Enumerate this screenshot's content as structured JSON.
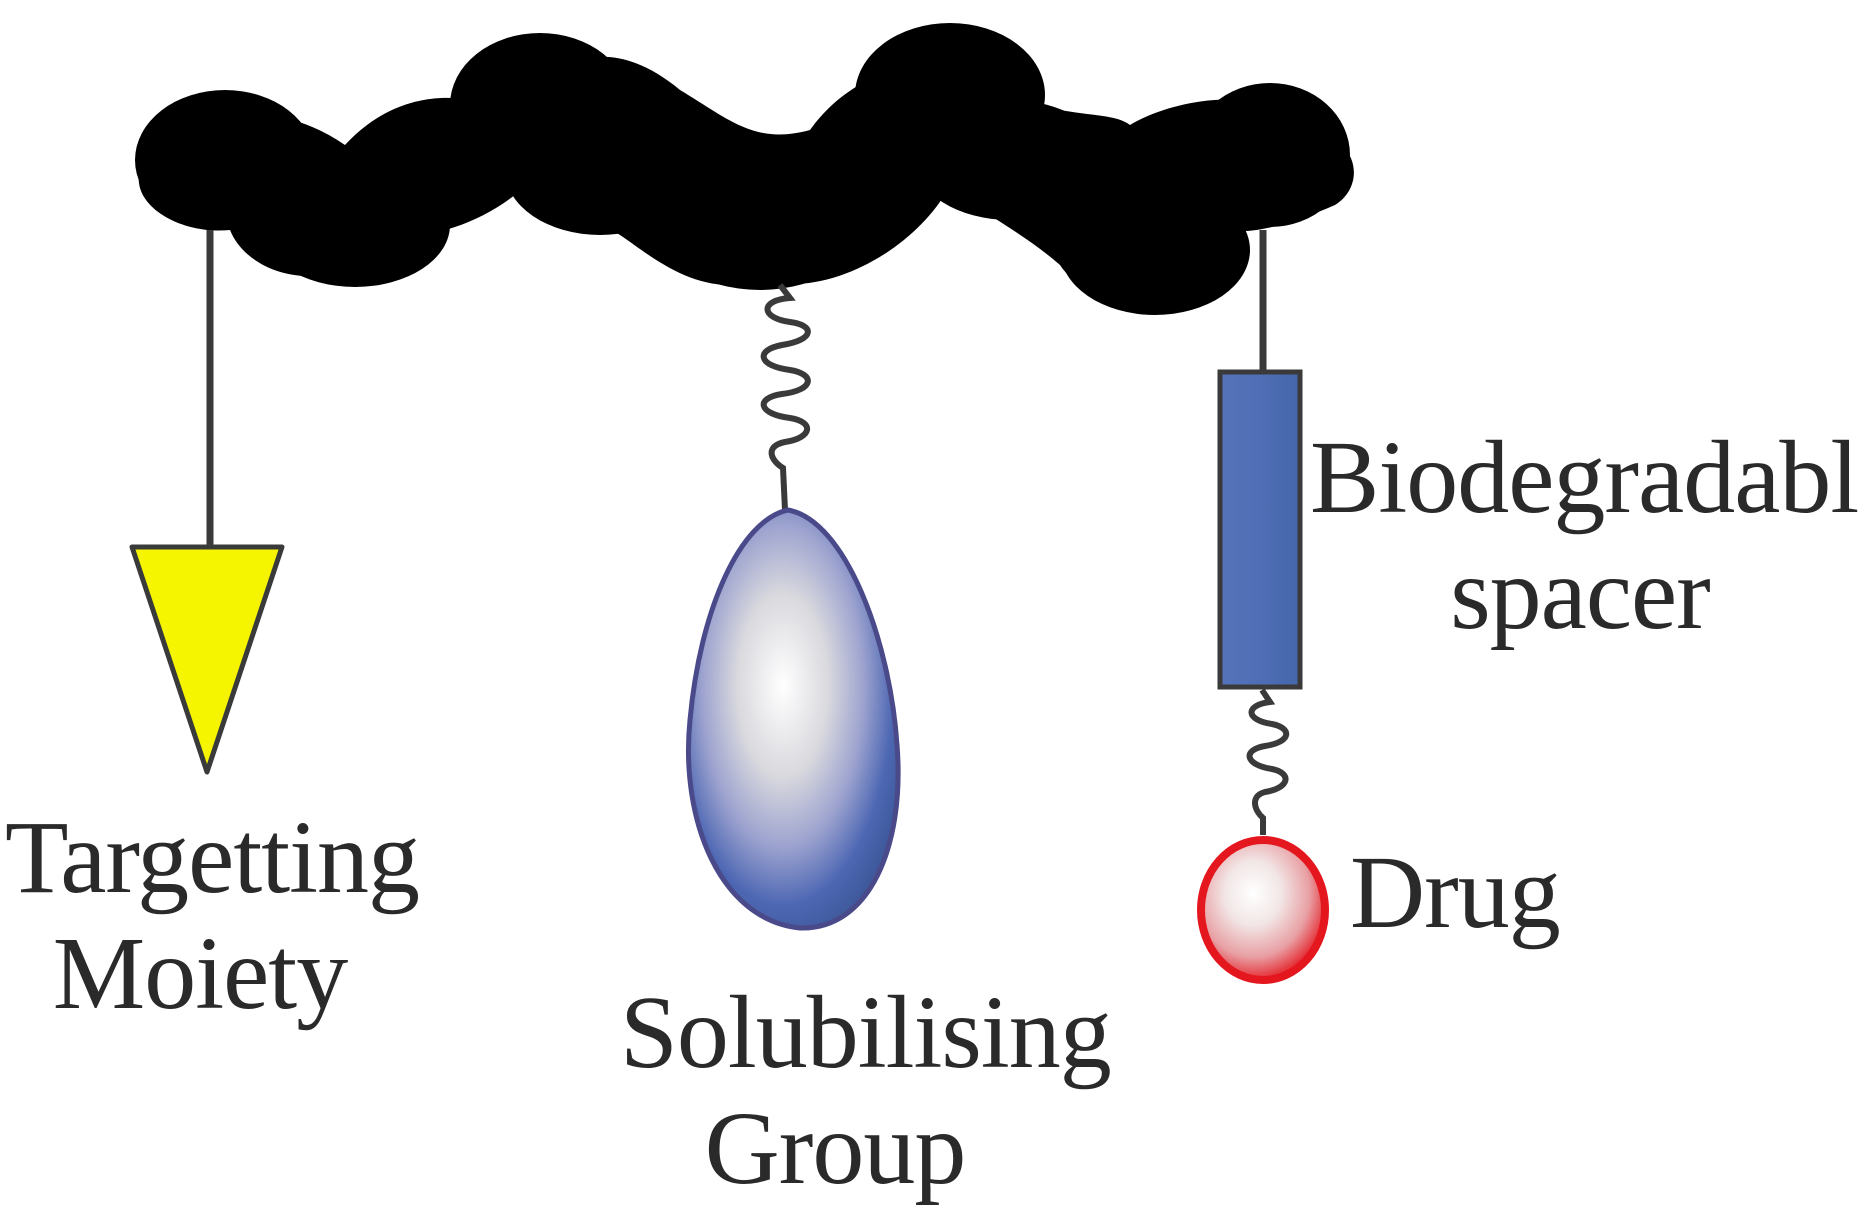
{
  "labels": {
    "targeting": {
      "line1": "Targetting",
      "line2": "Moiety"
    },
    "solubilising": {
      "line1": "Solubilising",
      "line2": "Group"
    },
    "spacer": {
      "line1": "Biodegradable",
      "line2": "spacer"
    },
    "drug": {
      "line1": "Drug"
    }
  },
  "colors": {
    "backbone": "#000000",
    "targeting_moiety": "#f5f500",
    "solubilising_group": "#4a5fb0",
    "spacer": "#4f6eb5",
    "drug": "#e4161e",
    "text": "#2a2a2a"
  }
}
